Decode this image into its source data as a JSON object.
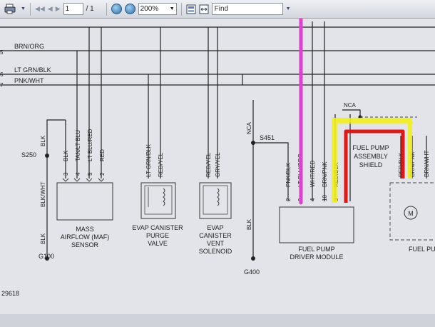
{
  "toolbar": {
    "page_current": "1",
    "page_total": "/ 1",
    "zoom": "200%",
    "find_placeholder": "Find"
  },
  "wires_left": {
    "brn_org": "BRN/ORG",
    "lt_grn_blk": "LT GRN/BLK",
    "pnk_wht": "PNK/WHT",
    "edge_num_1": "5",
    "edge_num_2": "6",
    "edge_num_3": "7"
  },
  "maf": {
    "pin_labels": [
      "BLK",
      "TAN/LT BLU",
      "LT BLU/RED",
      "RED"
    ],
    "pin_numbers": [
      "3",
      "4",
      "5",
      "2"
    ],
    "name_lines": [
      "MASS",
      "AIRFLOW (MAF)",
      "SENSOR"
    ],
    "splice": "S250",
    "wire_top": "BLK",
    "wire_mid": "BLK/WHT",
    "wire_bottom": "BLK",
    "ground": "G100"
  },
  "purge_valve": {
    "pin_labels": [
      "LT GRN/BLK",
      "RED/YEL"
    ],
    "name_lines": [
      "EVAP CANISTER",
      "PURGE",
      "VALVE"
    ]
  },
  "vent_solenoid": {
    "pin_labels": [
      "RED/YEL",
      "GRY/YEL"
    ],
    "name_lines": [
      "EVAP",
      "CANISTER",
      "VENT",
      "SOLENOID"
    ]
  },
  "fpdm": {
    "nca": "NCA",
    "splice": "S451",
    "wire_blk": "BLK",
    "ground": "G400",
    "pin_labels": [
      "PNK/BLK",
      "LT BLU/ORG",
      "WHT/RED",
      "BRN/PNK",
      "RED/BLK"
    ],
    "pin_numbers": [
      "2",
      "9",
      "4",
      "10",
      "3"
    ],
    "name_lines": [
      "FUEL PUMP",
      "DRIVER MODULE"
    ]
  },
  "shield": {
    "nca": "NCA",
    "name_lines": [
      "FUEL PUMP",
      "ASSEMBLY",
      "SHIELD"
    ]
  },
  "fuel_pump": {
    "pin_labels": [
      "RED/BLK",
      "BRN/PNK",
      "BRN/WHT"
    ],
    "name": "FUEL PU",
    "motor": "M"
  },
  "footer": {
    "diagram_number": "29618"
  },
  "colors": {
    "highlight_magenta": "#e040d0",
    "highlight_yellow": "#f2ee1c",
    "highlight_red": "#e01818"
  }
}
